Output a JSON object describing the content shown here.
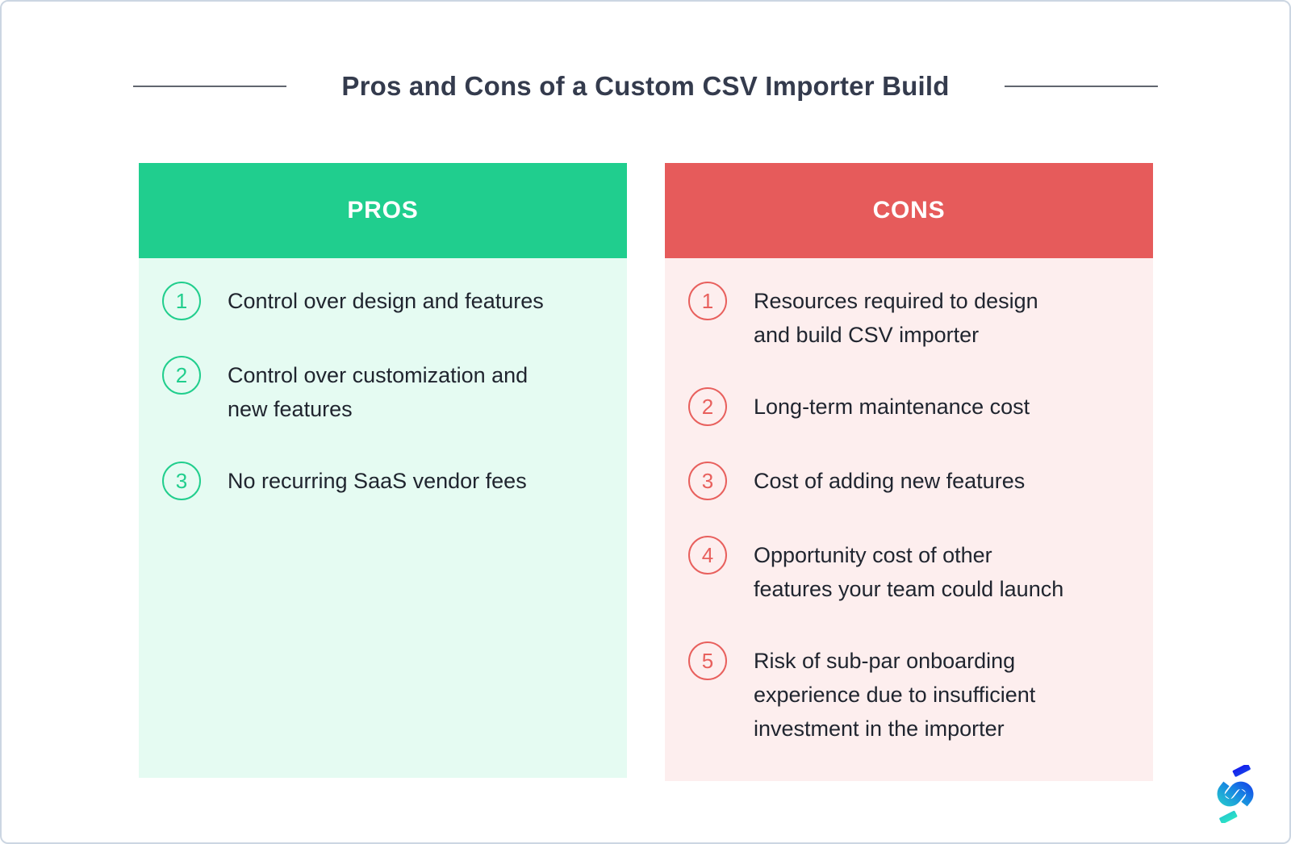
{
  "title": "Pros and Cons of a Custom CSV Importer Build",
  "colors": {
    "pros_header": "#20ce8e",
    "pros_body": "#e5fbf2",
    "cons_header": "#e65b5b",
    "cons_body": "#fdeeee",
    "title_text": "#343b4d",
    "item_text": "#20252f",
    "page_border": "#ccd6e2",
    "logo_gradient_top": "#1518ee",
    "logo_gradient_bottom": "#2de9c4"
  },
  "pros": {
    "header": "PROS",
    "items": [
      {
        "num": "1",
        "text": "Control over design and features"
      },
      {
        "num": "2",
        "text": "Control over customization and\nnew features"
      },
      {
        "num": "3",
        "text": "No recurring SaaS vendor fees"
      }
    ]
  },
  "cons": {
    "header": "CONS",
    "items": [
      {
        "num": "1",
        "text": "Resources required to design\nand build CSV importer"
      },
      {
        "num": "2",
        "text": "Long-term maintenance cost"
      },
      {
        "num": "3",
        "text": "Cost of adding new features"
      },
      {
        "num": "4",
        "text": "Opportunity cost of other\nfeatures your team could launch"
      },
      {
        "num": "5",
        "text": "Risk of sub-par onboarding\nexperience due to insufficient\ninvestment in the importer"
      }
    ]
  },
  "logo": {
    "icon": "s-gradient-logo-icon"
  }
}
